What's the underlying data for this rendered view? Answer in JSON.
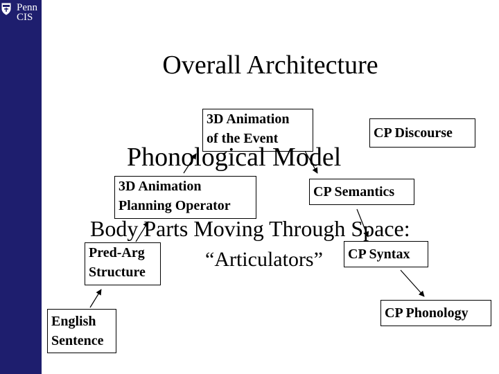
{
  "logo": {
    "line1": "Penn",
    "line2": "CIS"
  },
  "title": "Overall Architecture",
  "headings": {
    "phonological_model": "Phonological Model",
    "body_parts": "Body Parts Moving Through Space:",
    "articulators": "“Articulators”"
  },
  "nodes": {
    "animation_event": [
      "3D Animation",
      "of the Event"
    ],
    "animation_planning": [
      "3D Animation",
      "Planning Operator"
    ],
    "pred_arg": [
      "Pred-Arg",
      "Structure"
    ],
    "english_sentence": [
      "English",
      "Sentence"
    ],
    "cp_discourse": [
      "CP Discourse"
    ],
    "cp_semantics": [
      "CP Semantics"
    ],
    "cp_syntax": [
      "CP Syntax"
    ],
    "cp_phonology": [
      "CP Phonology"
    ]
  },
  "colors": {
    "sidebar": "#1e1e6e",
    "text": "#000000"
  }
}
